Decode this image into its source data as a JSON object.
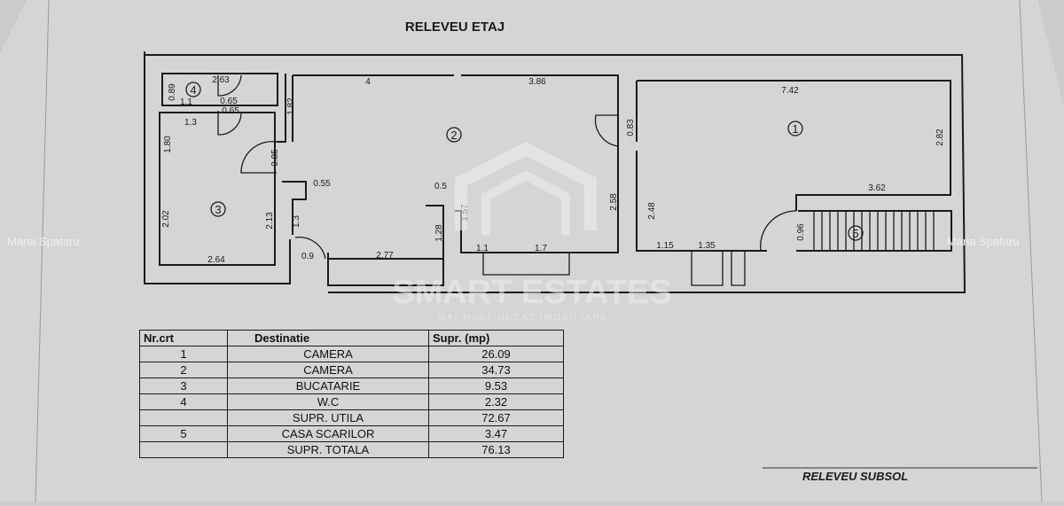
{
  "title": "RELEVEU ETAJ",
  "footer_label": "RELEVEU SUBSOL",
  "watermark": {
    "author": "Maria Spataru",
    "brand": "SMART ESTATES",
    "tagline": "MAI MULT DECAT IMOBILIARE"
  },
  "plan": {
    "rooms": [
      "1",
      "2",
      "3",
      "4",
      "5"
    ],
    "dims": [
      "2.63",
      "0.89",
      "1.1",
      "0.65",
      "0.65",
      "1.3",
      "1.80",
      "0.85",
      "2.02",
      "2.13",
      "2.64",
      "4",
      "1.82",
      "0.55",
      "1.3",
      "0.9",
      "2.77",
      "1.28",
      "0.5",
      "1.57",
      "1.1",
      "1.7",
      "3.86",
      "2.58",
      "0.83",
      "7.42",
      "2.82",
      "2.48",
      "3.62",
      "1.15",
      "1.35",
      "0.96"
    ]
  },
  "table": {
    "headers": [
      "Nr.crt",
      "Destinatie",
      "Supr. (mp)"
    ],
    "rows": [
      {
        "nr": "1",
        "dest": "CAMERA",
        "supr": "26.09"
      },
      {
        "nr": "2",
        "dest": "CAMERA",
        "supr": "34.73"
      },
      {
        "nr": "3",
        "dest": "BUCATARIE",
        "supr": "9.53"
      },
      {
        "nr": "4",
        "dest": "W.C",
        "supr": "2.32"
      },
      {
        "nr": "",
        "dest": "SUPR. UTILA",
        "supr": "72.67"
      },
      {
        "nr": "5",
        "dest": "CASA SCARILOR",
        "supr": "3.47"
      },
      {
        "nr": "",
        "dest": "SUPR. TOTALA",
        "supr": "76.13"
      }
    ]
  }
}
